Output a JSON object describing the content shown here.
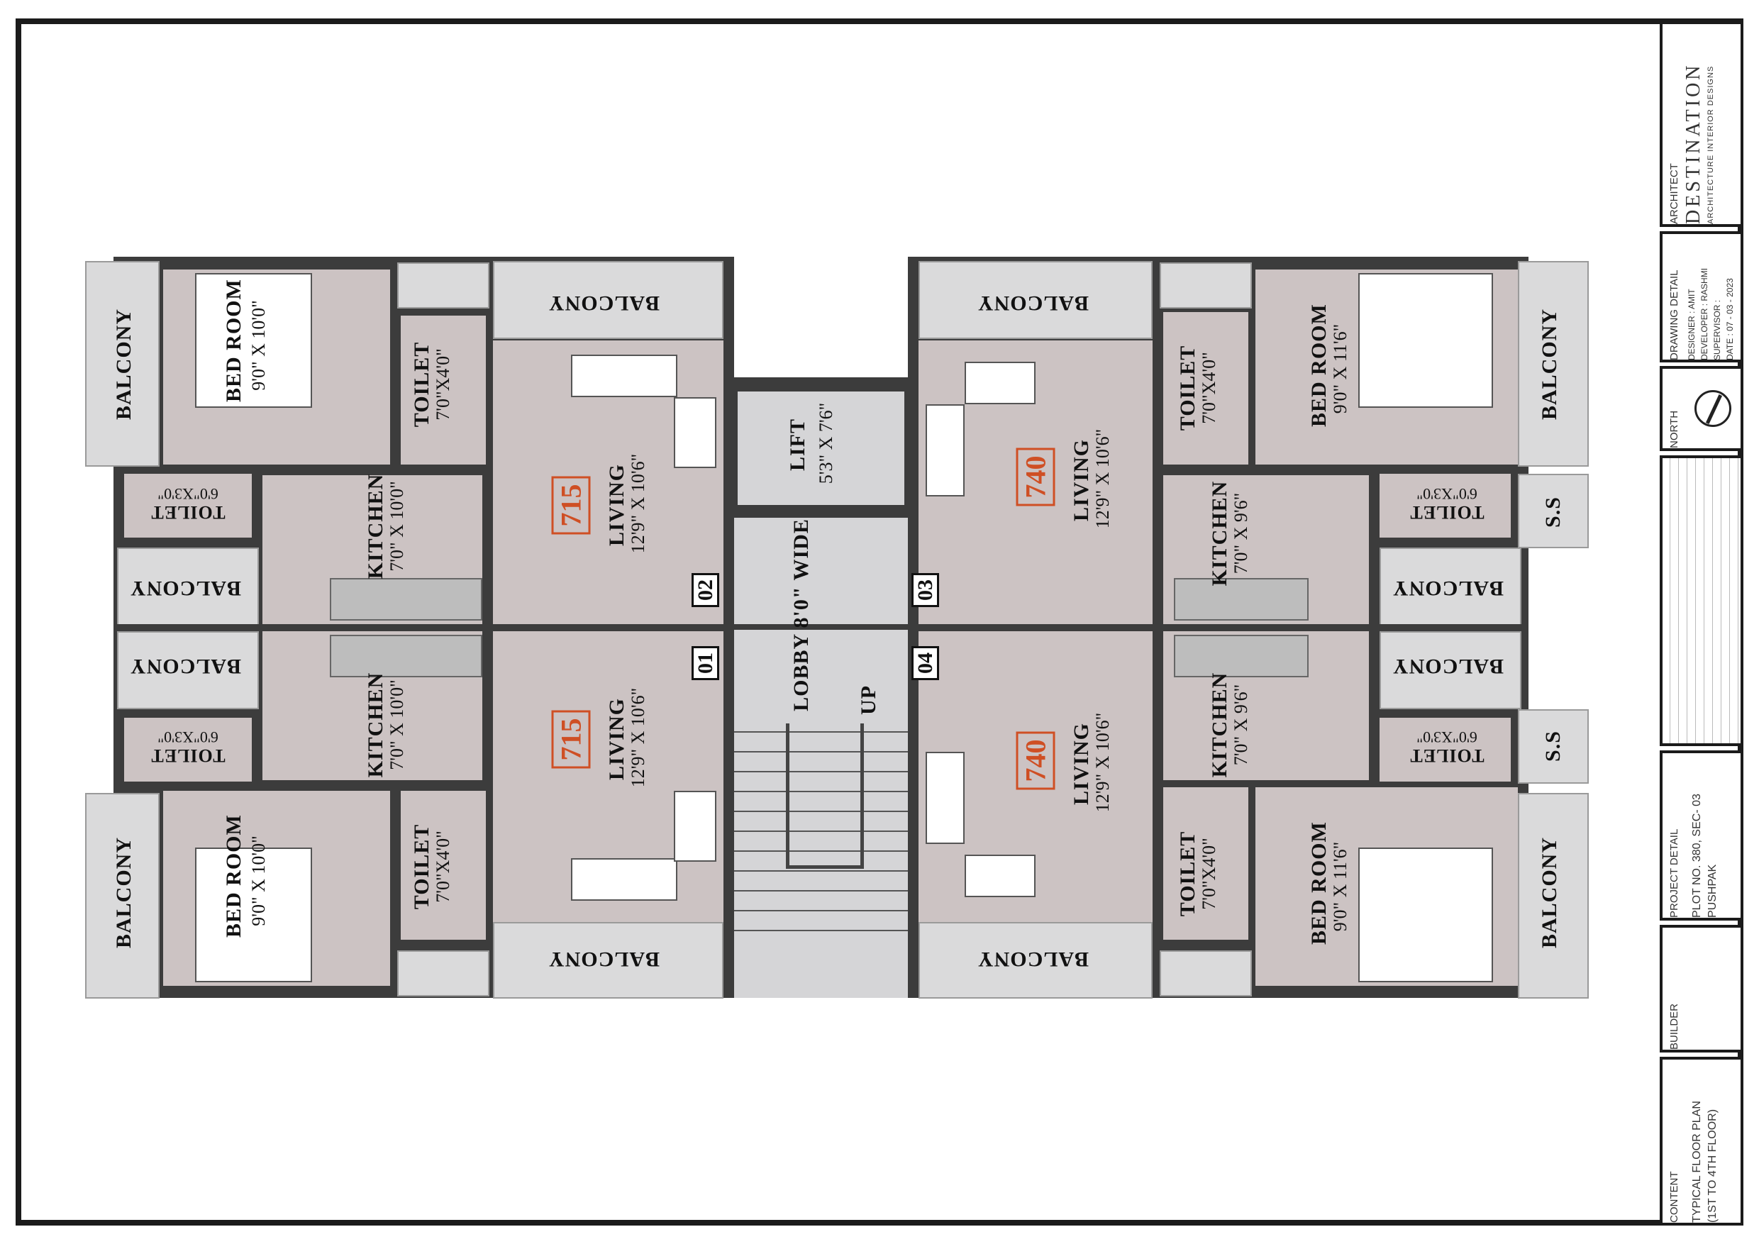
{
  "rooms": {
    "bedroom_label": "BED ROOM",
    "bedroom_dim_left": "9'0\" X 10'0\"",
    "bedroom_dim_right": "9'0\" X 11'6\"",
    "toilet_label": "TOILET",
    "toilet_main_dim": "7'0\"X4'0\"",
    "toilet_small_dim": "6'0\"X3'0\"",
    "kitchen_label": "KITCHEN",
    "kitchen_dim_left": "7'0\" X 10'0\"",
    "kitchen_dim_right": "7'0\" X 9'6\"",
    "living_label": "LIVING",
    "living_dim": "12'9\" X 10'6\"",
    "balcony_label": "BALCONY",
    "ss_label": "S.S",
    "lift_label": "LIFT",
    "lift_dim": "5'3\" X 7'6\"",
    "lobby_label": "LOBBY 8'0\" WIDE",
    "up_label": "UP"
  },
  "flats": {
    "f01": "01",
    "f02": "02",
    "f03": "03",
    "f04": "04",
    "area_left": "715",
    "area_right": "740"
  },
  "title_block": {
    "architect_heading": "ARCHITECT",
    "firm_name": "DESTINATION",
    "firm_sub": "ARCHITECTURE INTERIOR DESIGNS",
    "drawing_detail_heading": "DRAWING DETAIL",
    "designer": "DESIGNER : AMIT",
    "developer": "DEVELOPER : RASHMI",
    "supervisor": "SUPERVISOR :",
    "date": "DATE : 07 - 03 - 2023",
    "north_heading": "NORTH",
    "project_heading": "PROJECT DETAIL",
    "project_line1": "PLOT NO. 380, SEC- 03",
    "project_line2": "PUSHPAK",
    "builder_heading": "BUILDER",
    "content_heading": "CONTENT",
    "content_line1": "TYPICAL FLOOR PLAN",
    "content_line2": "(1ST TO 4TH FLOOR)"
  },
  "colors": {
    "wall": "#3c3c3c",
    "room": "#ccc3c3",
    "balcony": "#dadadb",
    "area_accent": "#cf4f24"
  }
}
